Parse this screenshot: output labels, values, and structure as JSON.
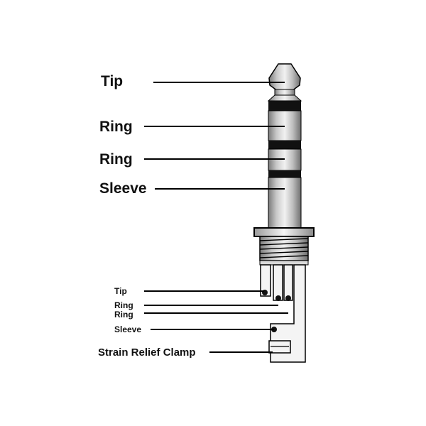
{
  "labels": {
    "upper": {
      "tip": "Tip",
      "ring1": "Ring",
      "ring2": "Ring",
      "sleeve": "Sleeve"
    },
    "lower": {
      "tip": "Tip",
      "ring1": "Ring",
      "ring2": "Ring",
      "sleeve": "Sleeve",
      "strain_relief_clamp": "Strain Relief Clamp"
    }
  },
  "colors": {
    "metal_light": "#e6e6e6",
    "metal_mid": "#a8a8a8",
    "metal_dark": "#6e6e6e",
    "insulator": "#111111",
    "outline": "#000000"
  }
}
